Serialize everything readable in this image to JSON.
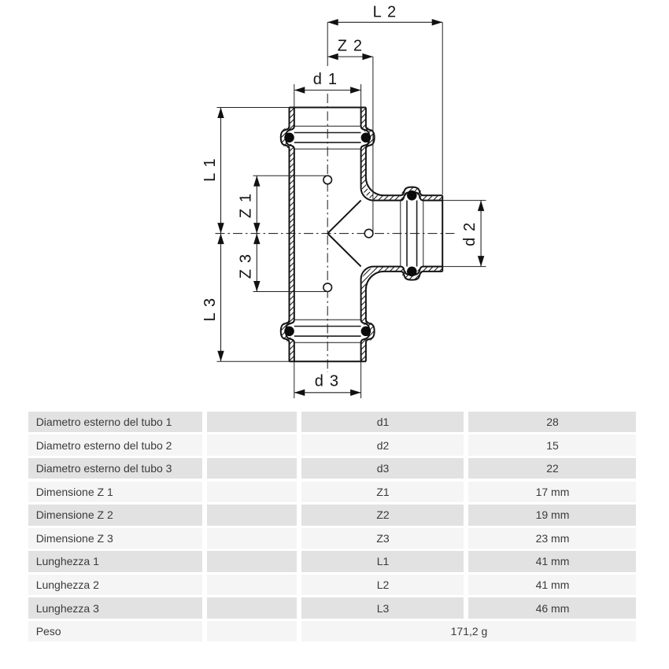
{
  "diagram": {
    "labels": {
      "L2": "L 2",
      "Z2": "Z 2",
      "d1": "d 1",
      "L1": "L 1",
      "Z1": "Z 1",
      "Z3": "Z 3",
      "L3": "L 3",
      "d2": "d 2",
      "d3": "d 3"
    }
  },
  "table": {
    "rows": [
      {
        "label": "Diametro esterno del tubo 1",
        "symbol": "d1",
        "value": "28"
      },
      {
        "label": "Diametro esterno del tubo 2",
        "symbol": "d2",
        "value": "15"
      },
      {
        "label": "Diametro esterno del tubo 3",
        "symbol": "d3",
        "value": "22"
      },
      {
        "label": "Dimensione Z 1",
        "symbol": "Z1",
        "value": "17 mm"
      },
      {
        "label": "Dimensione Z 2",
        "symbol": "Z2",
        "value": "19 mm"
      },
      {
        "label": "Dimensione Z 3",
        "symbol": "Z3",
        "value": "23 mm"
      },
      {
        "label": "Lunghezza 1",
        "symbol": "L1",
        "value": "41 mm"
      },
      {
        "label": "Lunghezza 2",
        "symbol": "L2",
        "value": "41 mm"
      },
      {
        "label": "Lunghezza 3",
        "symbol": "L3",
        "value": "46 mm"
      },
      {
        "label": "Peso",
        "symbol": "",
        "value": "171,2 g"
      }
    ],
    "colors": {
      "row_dark": "#e2e2e2",
      "row_light": "#f5f5f5",
      "text": "#3b3b3b"
    }
  }
}
